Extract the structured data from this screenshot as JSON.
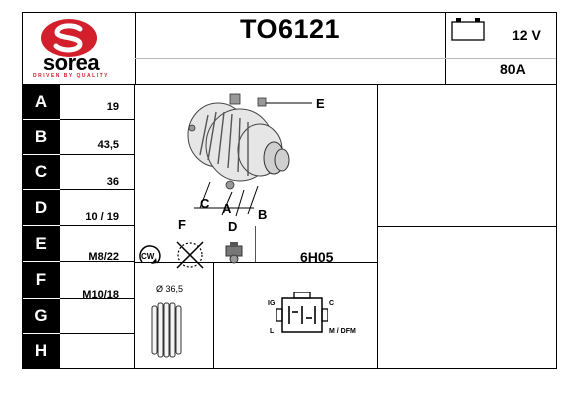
{
  "header": {
    "logo_text": "sorea",
    "logo_tagline": "DRIVEN BY QUALITY",
    "part_number": "TO6121",
    "voltage": "12 V",
    "amperage": "80A"
  },
  "rows": [
    {
      "letter": "A",
      "value": "19"
    },
    {
      "letter": "B",
      "value": "43,5"
    },
    {
      "letter": "C",
      "value": "36"
    },
    {
      "letter": "D",
      "value": "10 / 19"
    },
    {
      "letter": "E",
      "value": "M8/22"
    },
    {
      "letter": "F",
      "value": "M10/18"
    },
    {
      "letter": "G",
      "value": ""
    },
    {
      "letter": "H",
      "value": ""
    }
  ],
  "diagram": {
    "labels": {
      "e": "E",
      "c": "C",
      "a": "A",
      "b": "B",
      "f": "F",
      "d": "D"
    },
    "rotation": "CW",
    "connector_code": "6H05",
    "pulley_diameter": "Ø 36,5",
    "terminals": {
      "ig": "IG",
      "c": "C",
      "l": "L",
      "m_dfm": "M / DFM"
    }
  },
  "colors": {
    "brand_red": "#d21f2b",
    "line": "#000000"
  }
}
